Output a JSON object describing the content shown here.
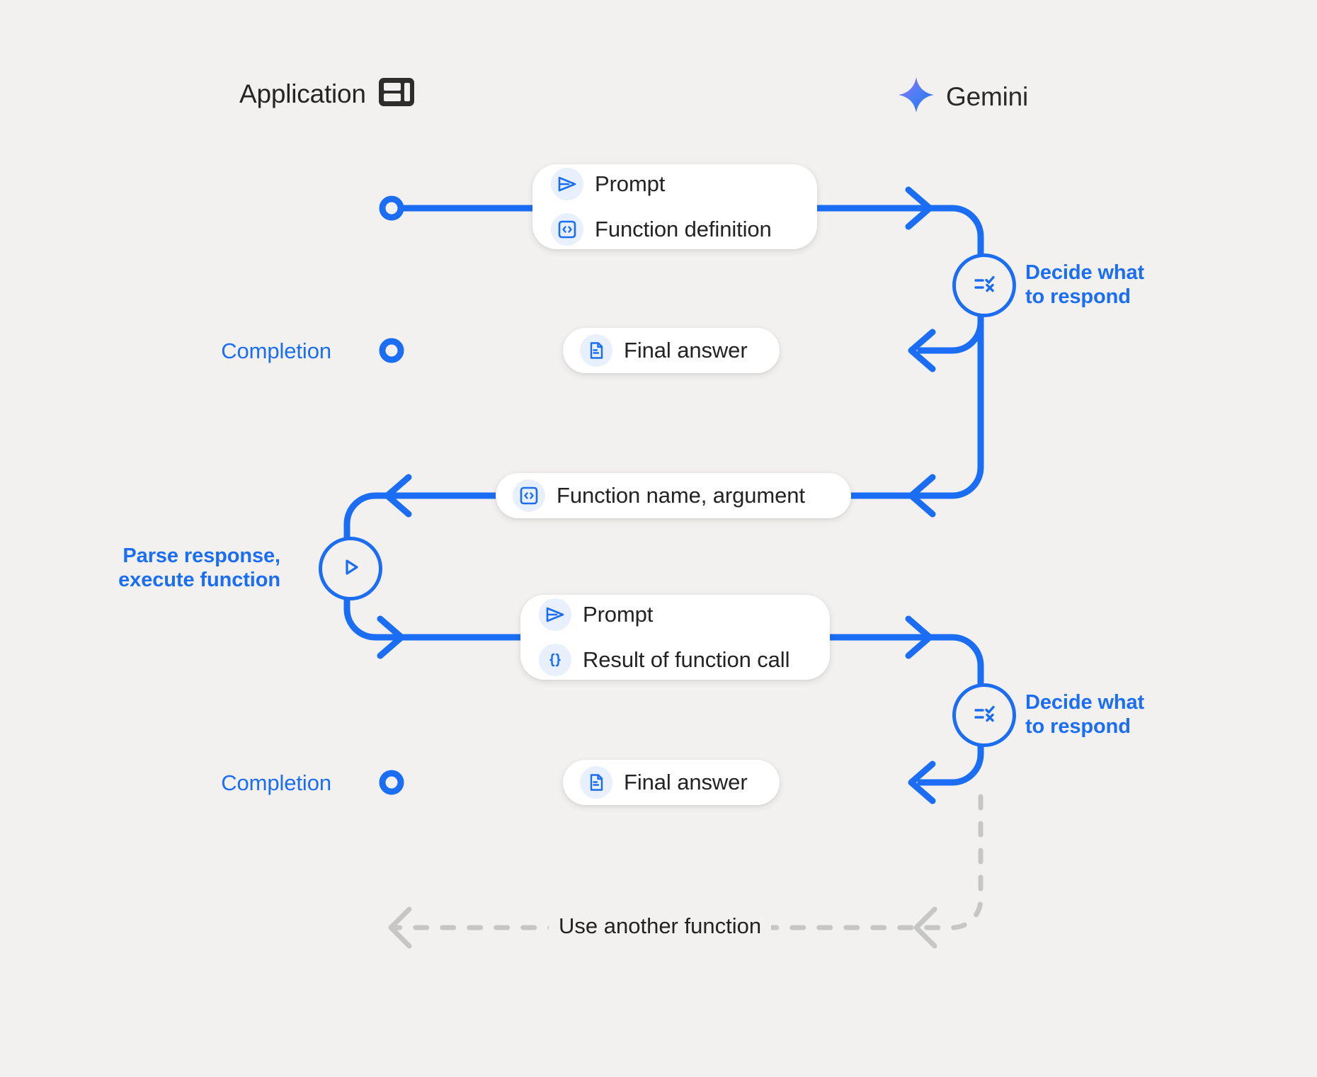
{
  "diagram": {
    "title": "Gemini function calling sequence",
    "background_color": "#f2f1ef",
    "accent_color": "#1b6ef3",
    "lifeline_color": "#c8c8c8",
    "lanes": [
      {
        "id": "application",
        "label": "Application",
        "icon": "dashboard-layout-icon"
      },
      {
        "id": "gemini",
        "label": "Gemini",
        "icon": "gemini-sparkle-icon"
      }
    ],
    "messages": [
      {
        "id": "prompt-function-definition",
        "direction": "application-to-gemini",
        "rows": [
          {
            "icon": "send-plane-icon",
            "label": "Prompt"
          },
          {
            "icon": "code-brackets-icon",
            "label": "Function definition"
          }
        ]
      },
      {
        "id": "final-answer-1",
        "direction": "gemini-to-application",
        "rows": [
          {
            "icon": "document-icon",
            "label": "Final answer"
          }
        ]
      },
      {
        "id": "function-name-argument",
        "direction": "gemini-to-application",
        "rows": [
          {
            "icon": "code-brackets-icon",
            "label": "Function name,  argument"
          }
        ]
      },
      {
        "id": "prompt-result-of-function-call",
        "direction": "application-to-gemini",
        "rows": [
          {
            "icon": "send-plane-icon",
            "label": "Prompt"
          },
          {
            "icon": "curly-braces-icon",
            "label": "Result of function call"
          }
        ]
      },
      {
        "id": "final-answer-2",
        "direction": "gemini-to-application",
        "rows": [
          {
            "icon": "document-icon",
            "label": "Final answer"
          }
        ]
      }
    ],
    "nodes": [
      {
        "id": "decide-1",
        "icon": "checklist-decision-icon",
        "label": "Decide what\nto respond",
        "side": "right"
      },
      {
        "id": "parse-execute",
        "icon": "play-triangle-icon",
        "label": "Parse response,\nexecute function",
        "side": "left"
      },
      {
        "id": "decide-2",
        "icon": "checklist-decision-icon",
        "label": "Decide what\nto respond",
        "side": "right"
      }
    ],
    "endpoints": [
      {
        "id": "start",
        "label": ""
      },
      {
        "id": "completion-1",
        "label": "Completion"
      },
      {
        "id": "completion-2",
        "label": "Completion"
      }
    ],
    "loop": {
      "id": "use-another-function",
      "label": "Use another function",
      "style": "dashed"
    }
  }
}
